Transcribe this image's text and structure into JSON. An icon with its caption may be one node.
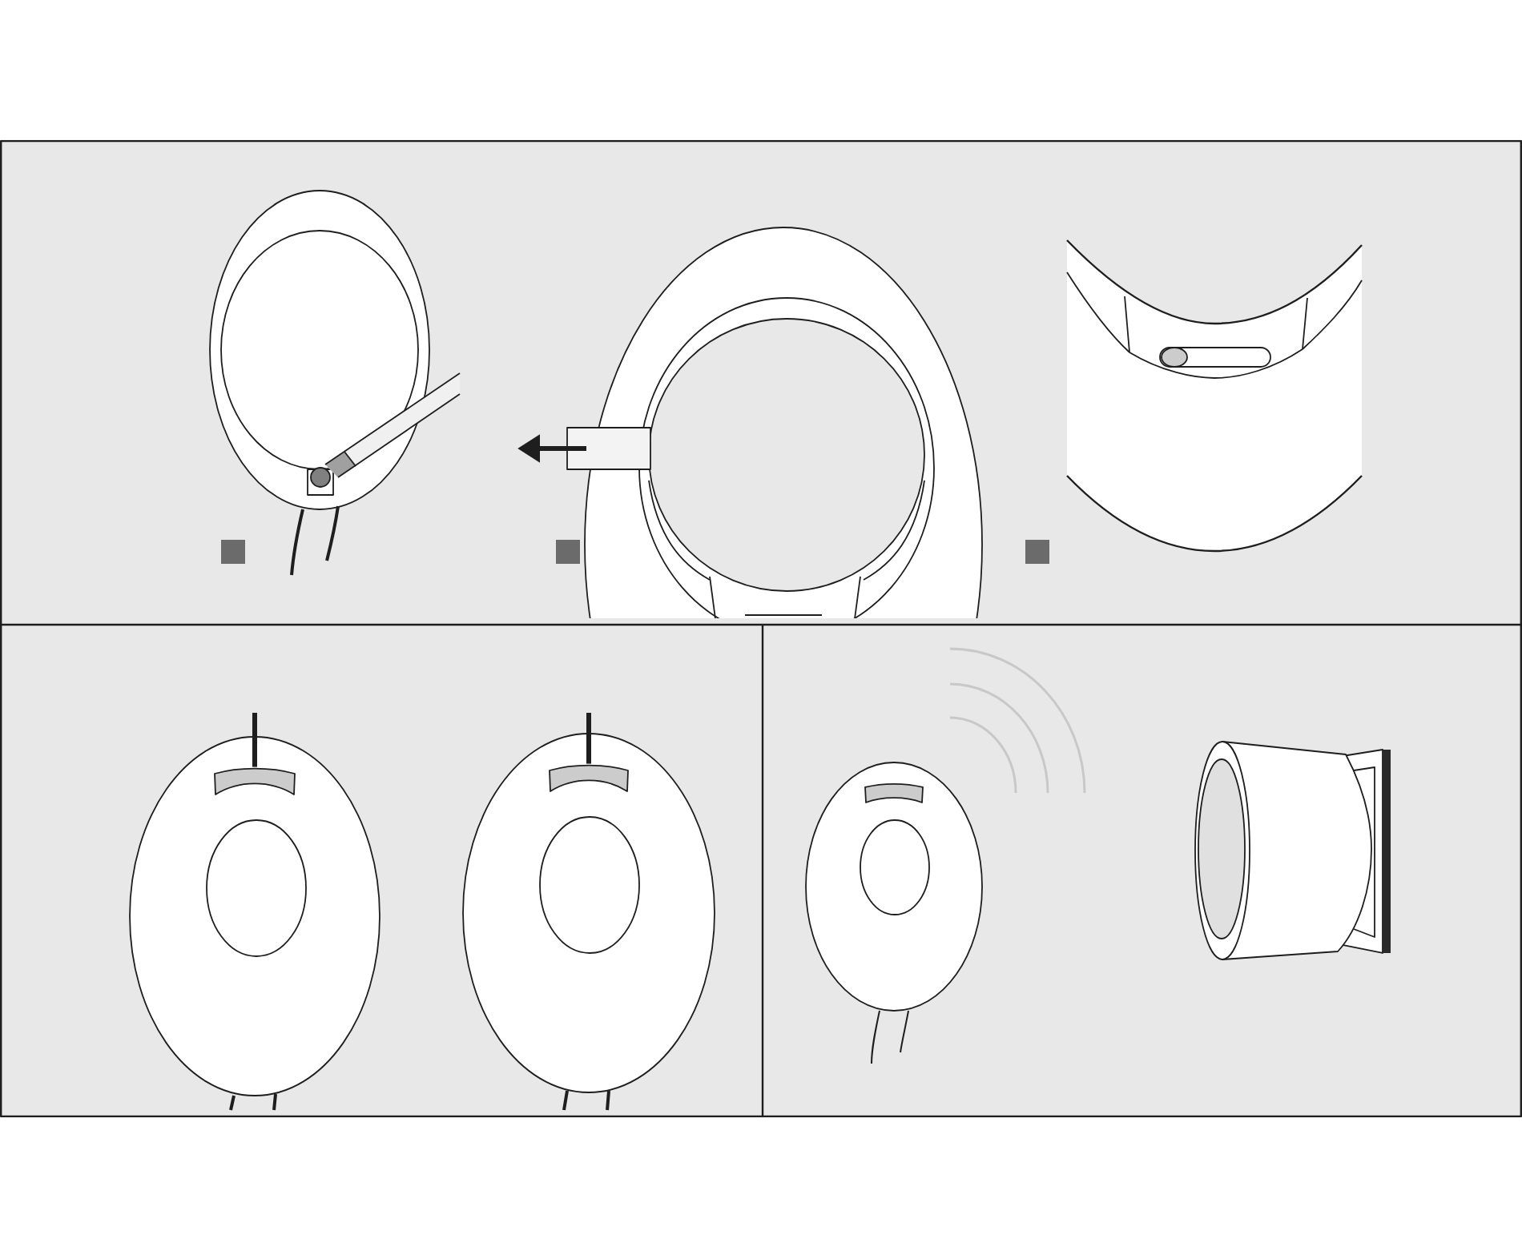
{
  "diagram": {
    "nodes": [
      {
        "text": [],
        "shape": "bar"
      },
      {
        "text": [],
        "shape": "bar"
      }
    ],
    "edges": [
      {
        "from": null,
        "to": 0,
        "arrow": "none"
      },
      {
        "from": null,
        "to": 1,
        "arrow": "none"
      }
    ]
  }
}
